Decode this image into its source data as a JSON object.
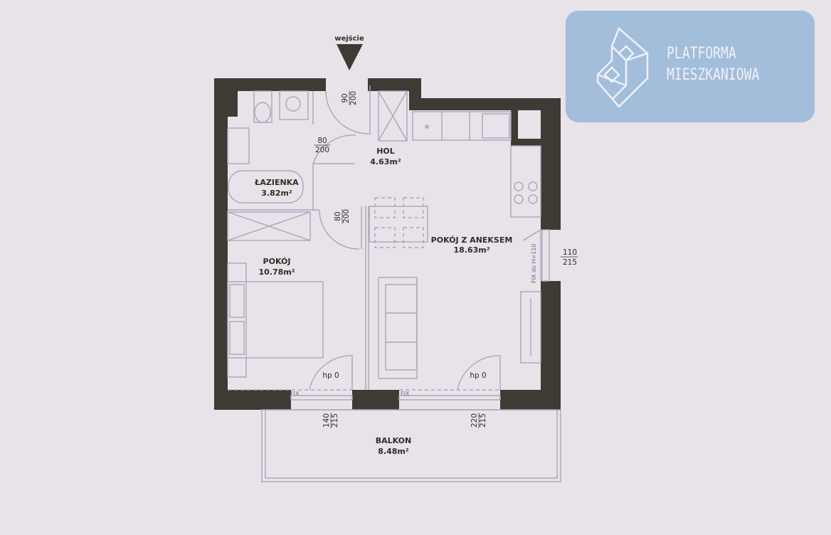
{
  "entrance_label": "wejście",
  "rooms": [
    {
      "name": "HOL",
      "area": "4.63m²"
    },
    {
      "name": "ŁAZIENKA",
      "area": "3.82m²"
    },
    {
      "name": "POKÓJ",
      "area": "10.78m²"
    },
    {
      "name": "POKÓJ Z ANEKSEM",
      "area": "18.63m²"
    },
    {
      "name": "BALKON",
      "area": "8.48m²"
    }
  ],
  "openings": {
    "entry_door": {
      "w": "90",
      "h": "200"
    },
    "bath_door": {
      "w": "80",
      "h": "200"
    },
    "room_door": {
      "w": "80",
      "h": "200"
    },
    "side_window": {
      "w": "110",
      "h": "215"
    },
    "balcony_door_left": {
      "w": "140",
      "h": "215"
    },
    "balcony_door_right": {
      "w": "220",
      "h": "215"
    }
  },
  "annotations": {
    "hp": "hp 0",
    "fix": "FIX",
    "fix_sill": "FIX do H=110"
  },
  "logo": {
    "line1": "PLATFORMA",
    "line2": "MIESZKANIOWA",
    "color": "#a3bedb"
  }
}
